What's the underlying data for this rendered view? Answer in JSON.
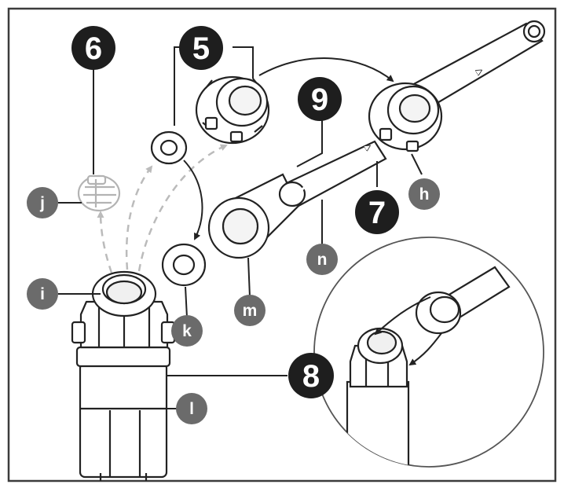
{
  "colors": {
    "frame": "#3c3c3c",
    "step_badge": "#1e1e1e",
    "part_badge": "#6b6b6b",
    "line": "#222222",
    "ghost": "#b9b9b9"
  },
  "step_labels": {
    "step_5": "5",
    "step_6": "6",
    "step_7": "7",
    "step_8": "8",
    "step_9": "9"
  },
  "part_labels": {
    "part_h": "h",
    "part_i": "i",
    "part_j": "j",
    "part_k": "k",
    "part_l": "l",
    "part_m": "m",
    "part_n": "n"
  }
}
